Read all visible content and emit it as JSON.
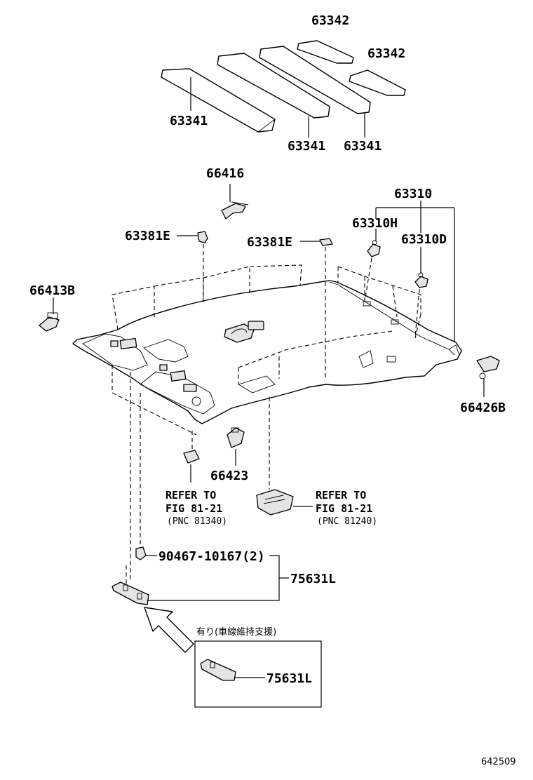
{
  "labels": {
    "p63342_top": "63342",
    "p63342_right": "63342",
    "p63341_left": "63341",
    "p63341_mid": "63341",
    "p63341_right": "63341",
    "p66416": "66416",
    "p63310": "63310",
    "p63310H": "63310H",
    "p63310D": "63310D",
    "p63381E_left": "63381E",
    "p63381E_mid": "63381E",
    "p66413B": "66413B",
    "p66426B": "66426B",
    "p66423": "66423",
    "p90467": "90467-10167(2)",
    "p75631L_main": "75631L",
    "p75631L_option": "75631L"
  },
  "refs": {
    "left": {
      "line1": "REFER TO",
      "line2": "FIG 81-21",
      "line3": "(PNC 81340)"
    },
    "right": {
      "line1": "REFER TO",
      "line2": "FIG 81-21",
      "line3": "(PNC 81240)"
    }
  },
  "option_note": "有り(車線維持支援)",
  "figure_number": "642509",
  "colors": {
    "line": "#000000",
    "background": "#ffffff",
    "part_shade": "#e4e4e4"
  }
}
